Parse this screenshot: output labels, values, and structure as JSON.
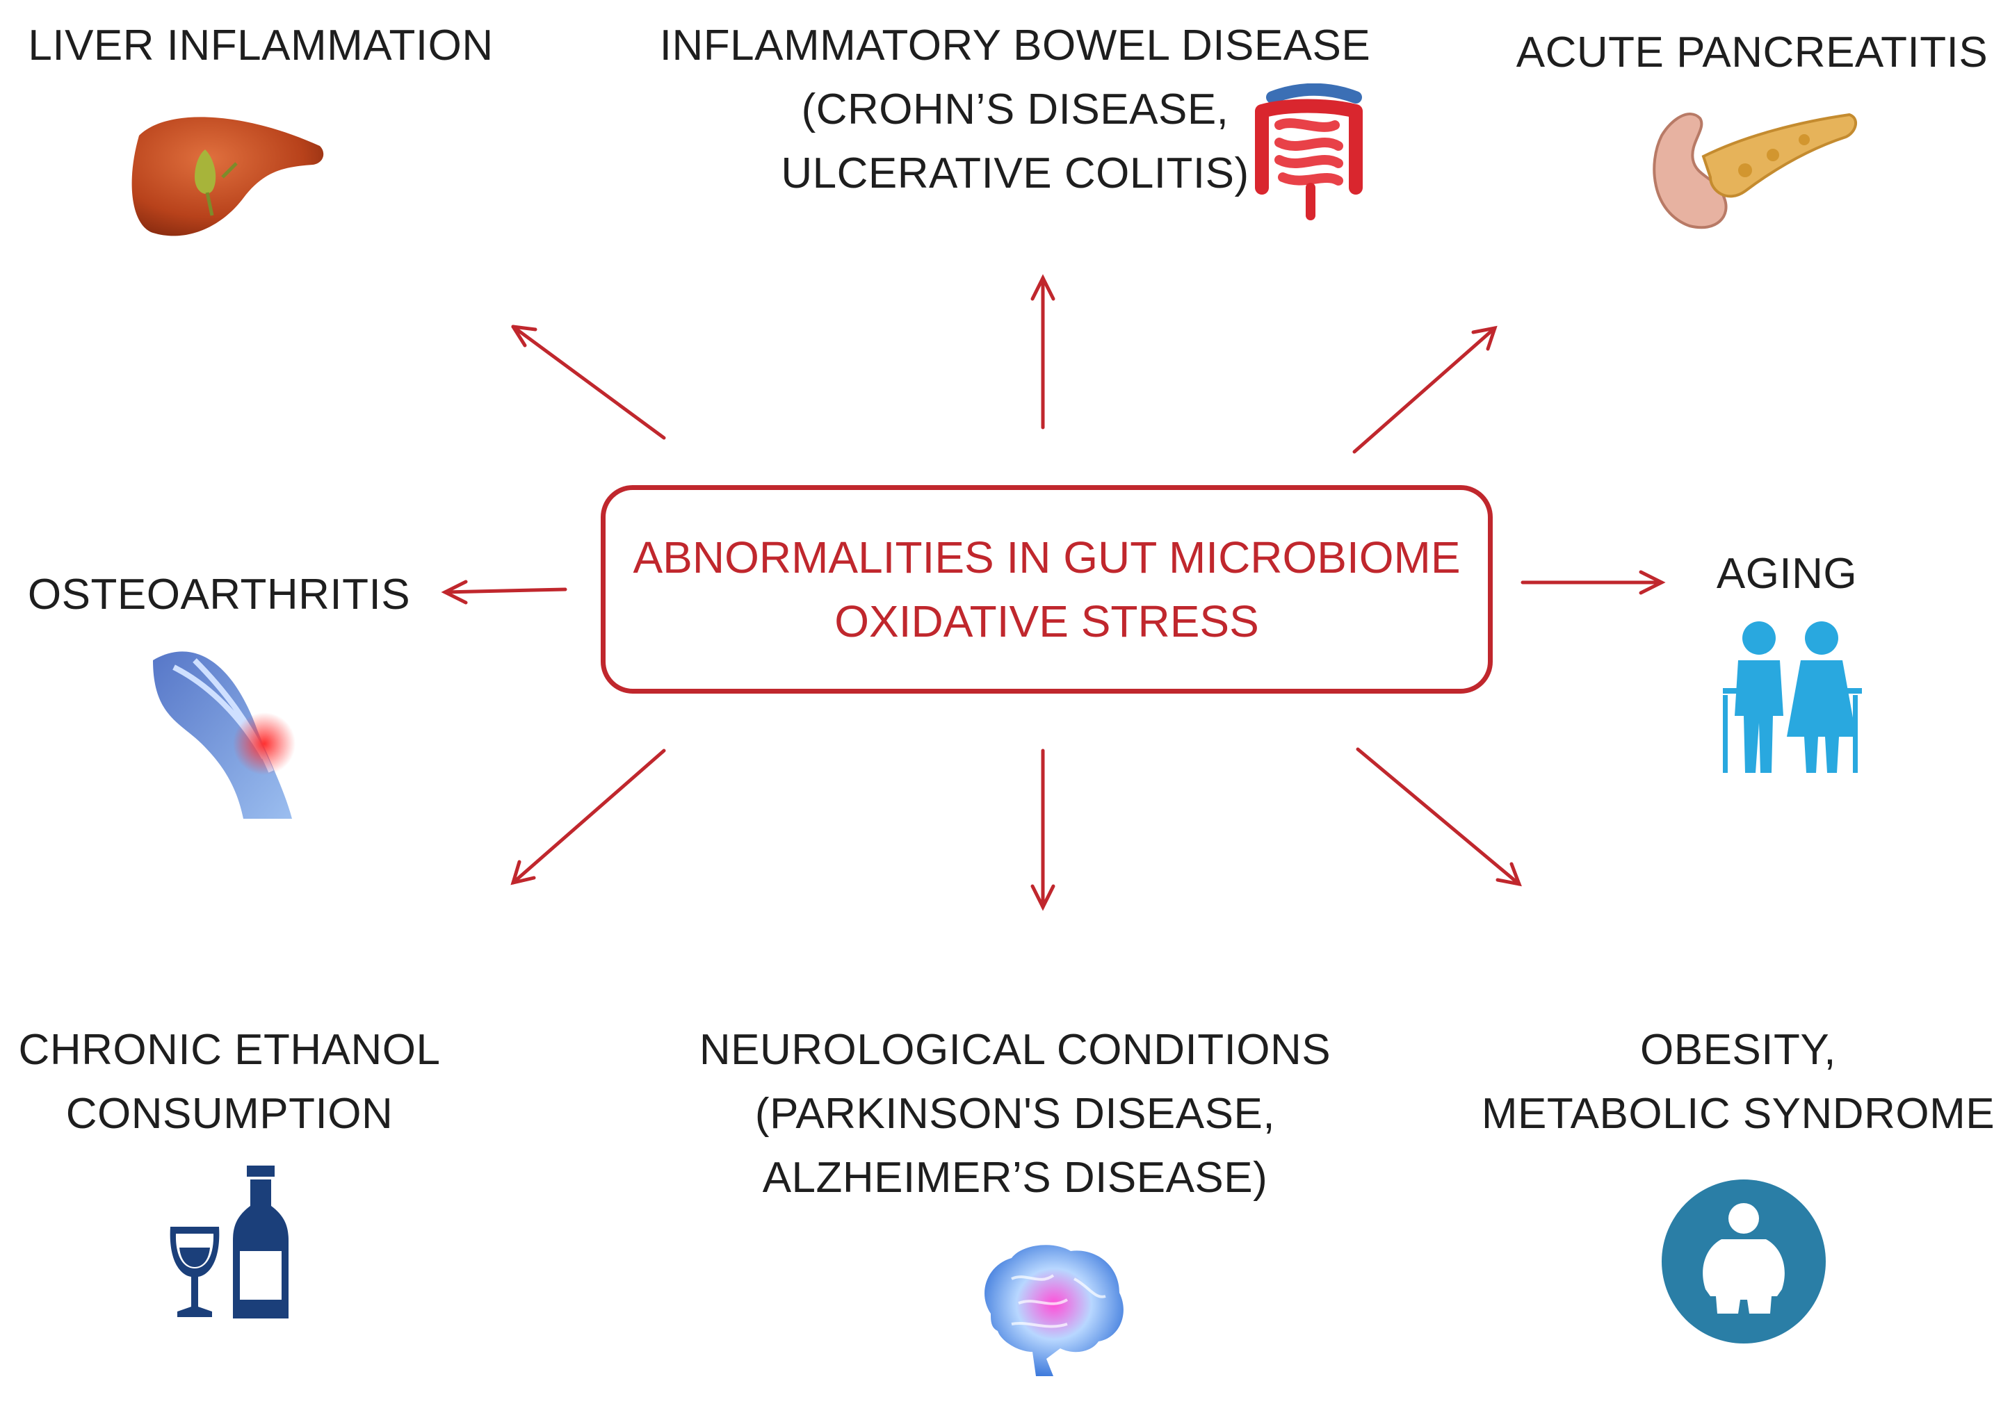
{
  "central": {
    "line1": "ABNORMALITIES IN GUT MICROBIOME",
    "line2": "OXIDATIVE STRESS"
  },
  "outcomes": {
    "liver": {
      "lines": [
        "LIVER INFLAMMATION"
      ],
      "icon": "liver-icon"
    },
    "ibd": {
      "lines": [
        "INFLAMMATORY BOWEL DISEASE",
        "(CROHN’S DISEASE,",
        "ULCERATIVE COLITIS)"
      ],
      "icon": "intestine-icon"
    },
    "pancreatitis": {
      "lines": [
        "ACUTE PANCREATITIS"
      ],
      "icon": "pancreas-icon"
    },
    "osteoarthritis": {
      "lines": [
        "OSTEOARTHRITIS"
      ],
      "icon": "knee-joint-icon"
    },
    "aging": {
      "lines": [
        "AGING"
      ],
      "icon": "elderly-couple-icon"
    },
    "ethanol": {
      "lines": [
        "CHRONIC ETHANOL",
        "CONSUMPTION"
      ],
      "icon": "wine-bottle-glass-icon"
    },
    "neuro": {
      "lines": [
        "NEUROLOGICAL CONDITIONS",
        "(PARKINSON'S DISEASE,",
        "ALZHEIMER’S DISEASE)"
      ],
      "icon": "brain-icon"
    },
    "obesity": {
      "lines": [
        "OBESITY,",
        "METABOLIC SYNDROME"
      ],
      "icon": "obese-person-icon"
    }
  },
  "colors": {
    "accent": "#c0272d",
    "text": "#1e1e1e",
    "aging_icon": "#29a8df",
    "ethanol_icon": "#1b3f7a",
    "obesity_icon": "#2a7ea6"
  }
}
